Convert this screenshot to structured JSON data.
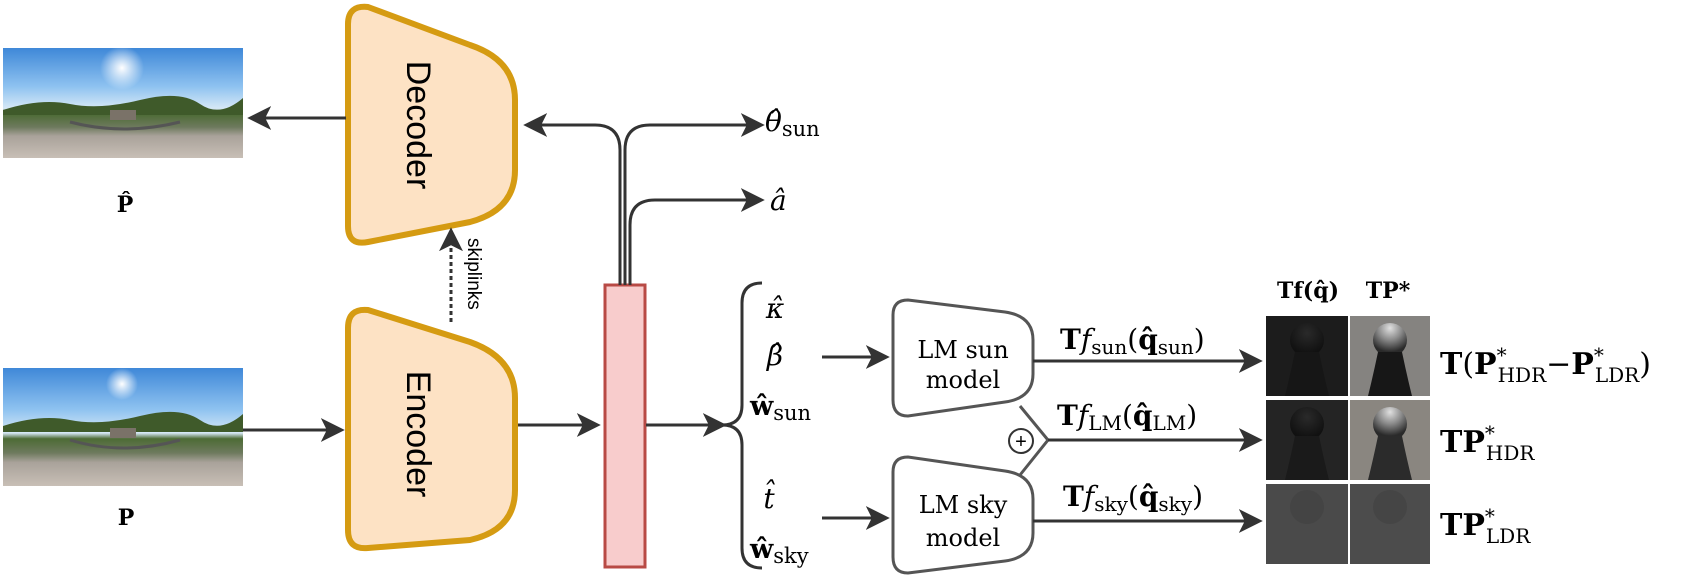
{
  "panorama": {
    "output_label": "P̂",
    "input_label": "P"
  },
  "network": {
    "decoder_label": "Decoder",
    "encoder_label": "Encoder",
    "skiplinks_label": "skiplinks"
  },
  "outputs": {
    "theta_sun": "θ̂",
    "theta_sun_sub": "sun",
    "a_hat": "â",
    "kappa": "κ̂",
    "beta": "β̂",
    "w_sun": "ŵ",
    "w_sun_sub": "sun",
    "t_hat": "t̂",
    "w_sky": "ŵ",
    "w_sky_sub": "sky"
  },
  "models": {
    "sun_line1": "LM sun",
    "sun_line2": "model",
    "sky_line1": "LM sky",
    "sky_line2": "model",
    "plus": "+"
  },
  "arrows": {
    "sun": {
      "T": "T",
      "f": "f",
      "sub": "sun",
      "q": "q̂",
      "qsub": "sun"
    },
    "lm": {
      "T": "T",
      "f": "f",
      "sub": "LM",
      "q": "q̂",
      "qsub": "LM"
    },
    "sky": {
      "T": "T",
      "f": "f",
      "sub": "sky",
      "q": "q̂",
      "qsub": "sky"
    }
  },
  "renders": {
    "col1_header": "Tf(q̂)",
    "col2_header": "TP*",
    "row1_label": {
      "T": "T",
      "P1": "P",
      "sup1": "*",
      "sub1": "HDR",
      "P2": "P",
      "sup2": "*",
      "sub2": "LDR"
    },
    "row2_label": {
      "TP": "TP",
      "sup": "*",
      "sub": "HDR"
    },
    "row3_label": {
      "TP": "TP",
      "sup": "*",
      "sub": "LDR"
    }
  }
}
